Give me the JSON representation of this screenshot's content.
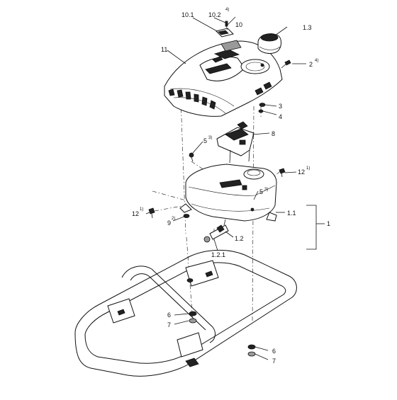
{
  "diagram": {
    "callouts": {
      "c10_1": {
        "text": "10.1",
        "note": ""
      },
      "c10_2": {
        "text": "10.2",
        "note": "4)"
      },
      "c10": {
        "text": "10",
        "note": ""
      },
      "c1_3": {
        "text": "1.3",
        "note": ""
      },
      "c11": {
        "text": "11",
        "note": ""
      },
      "c2": {
        "text": "2",
        "note": "4)"
      },
      "c3": {
        "text": "3",
        "note": ""
      },
      "c4": {
        "text": "4",
        "note": ""
      },
      "c8": {
        "text": "8",
        "note": ""
      },
      "c5a": {
        "text": "5",
        "note": "3)"
      },
      "c12a": {
        "text": "12",
        "note": "1)"
      },
      "c5b": {
        "text": "5",
        "note": "3)"
      },
      "c12b": {
        "text": "12",
        "note": "1)"
      },
      "c9": {
        "text": "9",
        "note": "2)"
      },
      "c1_1": {
        "text": "1.1",
        "note": ""
      },
      "c1": {
        "text": "1",
        "note": ""
      },
      "c1_2": {
        "text": "1.2",
        "note": ""
      },
      "c1_2_1": {
        "text": "1.2.1",
        "note": ""
      },
      "c6a": {
        "text": "6",
        "note": ""
      },
      "c7a": {
        "text": "7",
        "note": ""
      },
      "c6b": {
        "text": "6",
        "note": ""
      },
      "c7b": {
        "text": "7",
        "note": ""
      }
    }
  }
}
